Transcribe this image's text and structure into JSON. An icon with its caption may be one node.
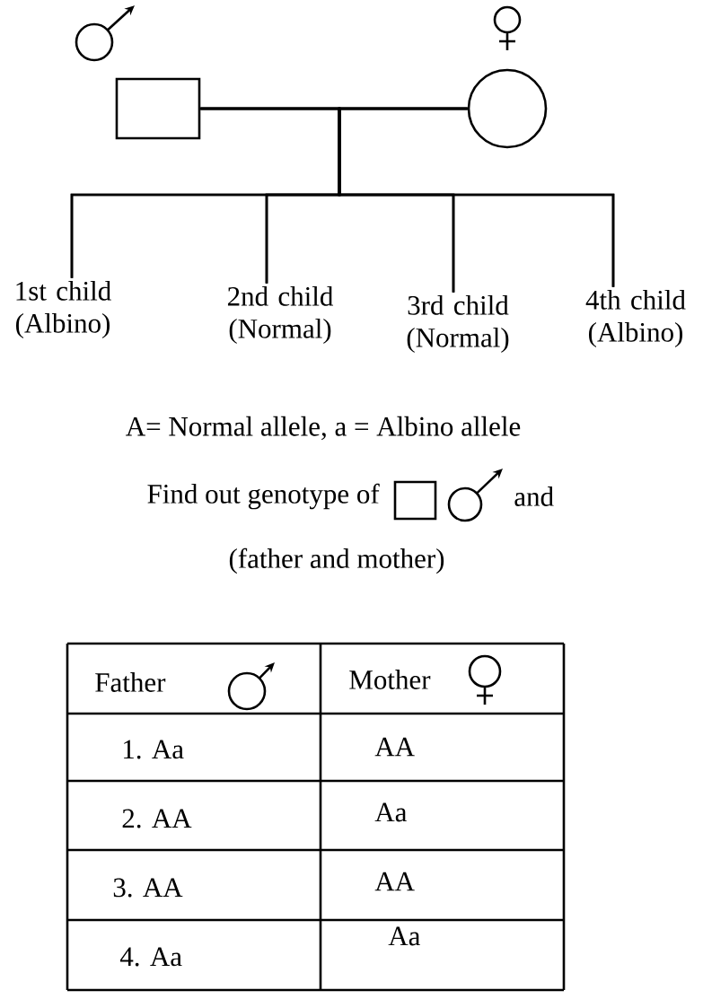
{
  "diagram": {
    "nodes": [
      {
        "text": [],
        "shape": "box"
      },
      {
        "text": [],
        "shape": "circle"
      },
      {
        "text": [
          "1st child (Albino)"
        ]
      },
      {
        "text": [
          "2nd child (Normal)"
        ]
      },
      {
        "text": [
          "3rd child (Normal)"
        ]
      },
      {
        "text": [
          "4th child (Albino)"
        ]
      }
    ],
    "edges": [
      {
        "from": 0,
        "to": 1,
        "arrow": "none"
      },
      {
        "from": 0,
        "to": 2,
        "arrow": "none"
      },
      {
        "from": 1,
        "to": 2,
        "arrow": "none"
      },
      {
        "from": 0,
        "to": 3,
        "arrow": "none"
      },
      {
        "from": 1,
        "to": 3,
        "arrow": "none"
      },
      {
        "from": 0,
        "to": 4,
        "arrow": "none"
      },
      {
        "from": 1,
        "to": 4,
        "arrow": "none"
      },
      {
        "from": 0,
        "to": 5,
        "arrow": "none"
      },
      {
        "from": 1,
        "to": 5,
        "arrow": "none"
      }
    ],
    "labels": [
      "A= Normal allele, a = Albino allele",
      "Find out genotype of",
      "and",
      "(father and mother)",
      "Father",
      "Mother",
      "1. Aa",
      "AA",
      "2. AA",
      "Aa",
      "3. AA",
      "AA",
      "4. Aa",
      "Aa"
    ]
  }
}
